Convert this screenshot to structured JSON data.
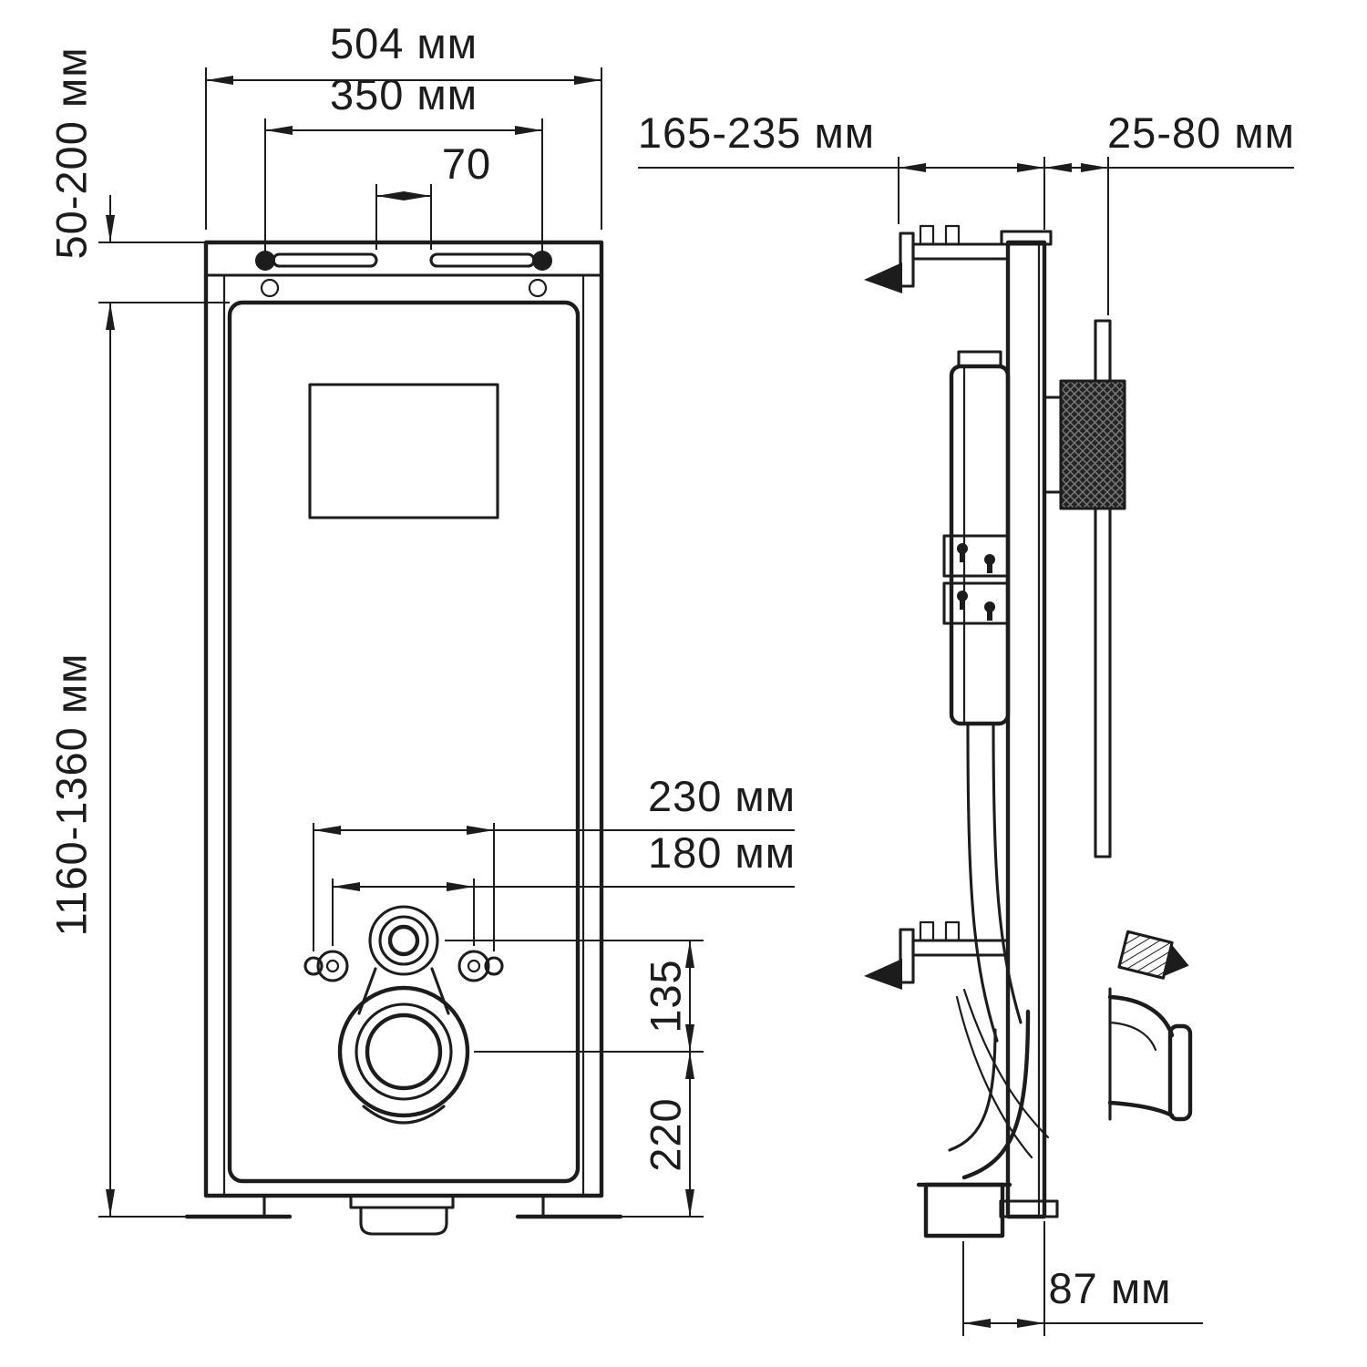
{
  "front": {
    "overall_width": "504 мм",
    "mount_width": "350 мм",
    "slot_gap": "70",
    "top_offset_range": "50-200 мм",
    "height_range": "1160-1360 мм",
    "outer_hole_spacing": "230 мм",
    "inner_hole_spacing": "180 мм",
    "drain_drop": "135",
    "drain_floor_height": "220"
  },
  "side": {
    "depth_range": "165-235 мм",
    "wall_offset_range": "25-80 мм",
    "outlet_offset": "87 мм"
  },
  "colors": {
    "line": "#1c1c1c",
    "background": "#ffffff"
  }
}
